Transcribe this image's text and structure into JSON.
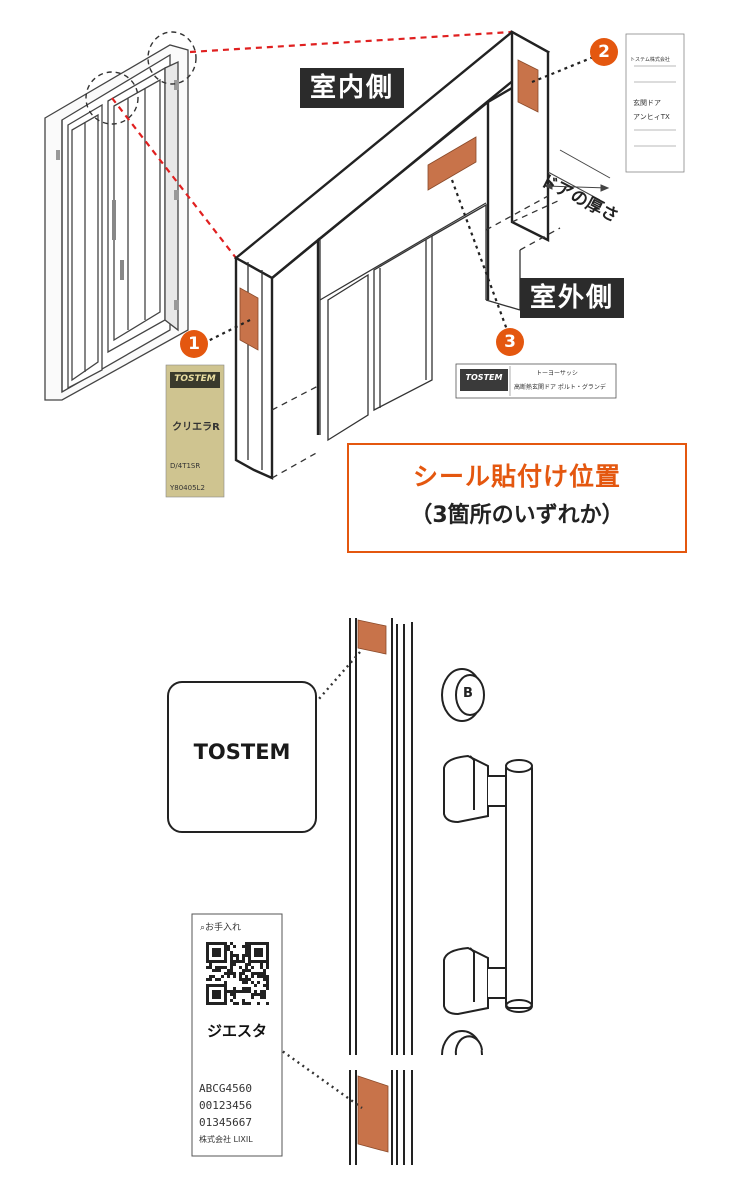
{
  "labels": {
    "indoor": "室内側",
    "outdoor": "室外側",
    "thickness": "ドアの厚さ"
  },
  "badges": [
    "1",
    "2",
    "3"
  ],
  "notice": {
    "line1": "シール貼付け位置",
    "line2": "（3箇所のいずれか）"
  },
  "seal1": {
    "brand": "TOSTEM",
    "product": "クリエラR",
    "code1": "D/4T1SR",
    "code2": "Y80405L2"
  },
  "seal2": {
    "line1": "トステム株式会社",
    "line2": "玄関ドア",
    "line3": "アンヒィTX"
  },
  "seal3": {
    "brand": "TOSTEM",
    "line1": "トーヨーサッシ",
    "line2": "高断熱玄関ドア  ポルト・グランデ"
  },
  "bottom": {
    "tostem_label": "TOSTEM",
    "qr_header": "お手入れ",
    "product": "ジエスタ",
    "codes": [
      "ABCG4560",
      "00123456",
      "01345667"
    ],
    "company": "株式会社 LIXIL",
    "lock_letter": "B"
  },
  "colors": {
    "seal": "#c8734a",
    "accent": "#e4570f",
    "label_bg": "#2b2b2b",
    "leader_red": "#e02020"
  }
}
